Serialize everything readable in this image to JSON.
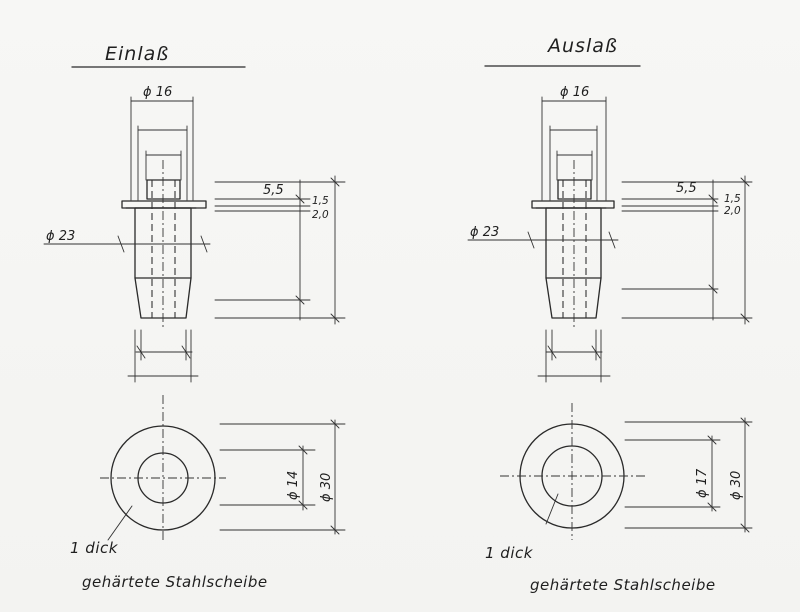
{
  "left": {
    "title": "Einlaß",
    "dia_top": "ϕ 16",
    "dia_side": "ϕ 23",
    "dim_a": "5,5",
    "dim_b": "1,5",
    "dim_c": "2,0",
    "washer_inner": "ϕ 14",
    "washer_outer": "ϕ 30",
    "note_thickness": "1 dick",
    "note_material": "gehärtete Stahlscheibe"
  },
  "right": {
    "title": "Auslaß",
    "dia_top": "ϕ 16",
    "dia_side": "ϕ 23",
    "dim_a": "5,5",
    "dim_b": "1,5",
    "dim_c": "2,0",
    "washer_inner": "ϕ 17",
    "washer_outer": "ϕ 30",
    "note_thickness": "1 dick",
    "note_material": "gehärtete Stahlscheibe"
  }
}
